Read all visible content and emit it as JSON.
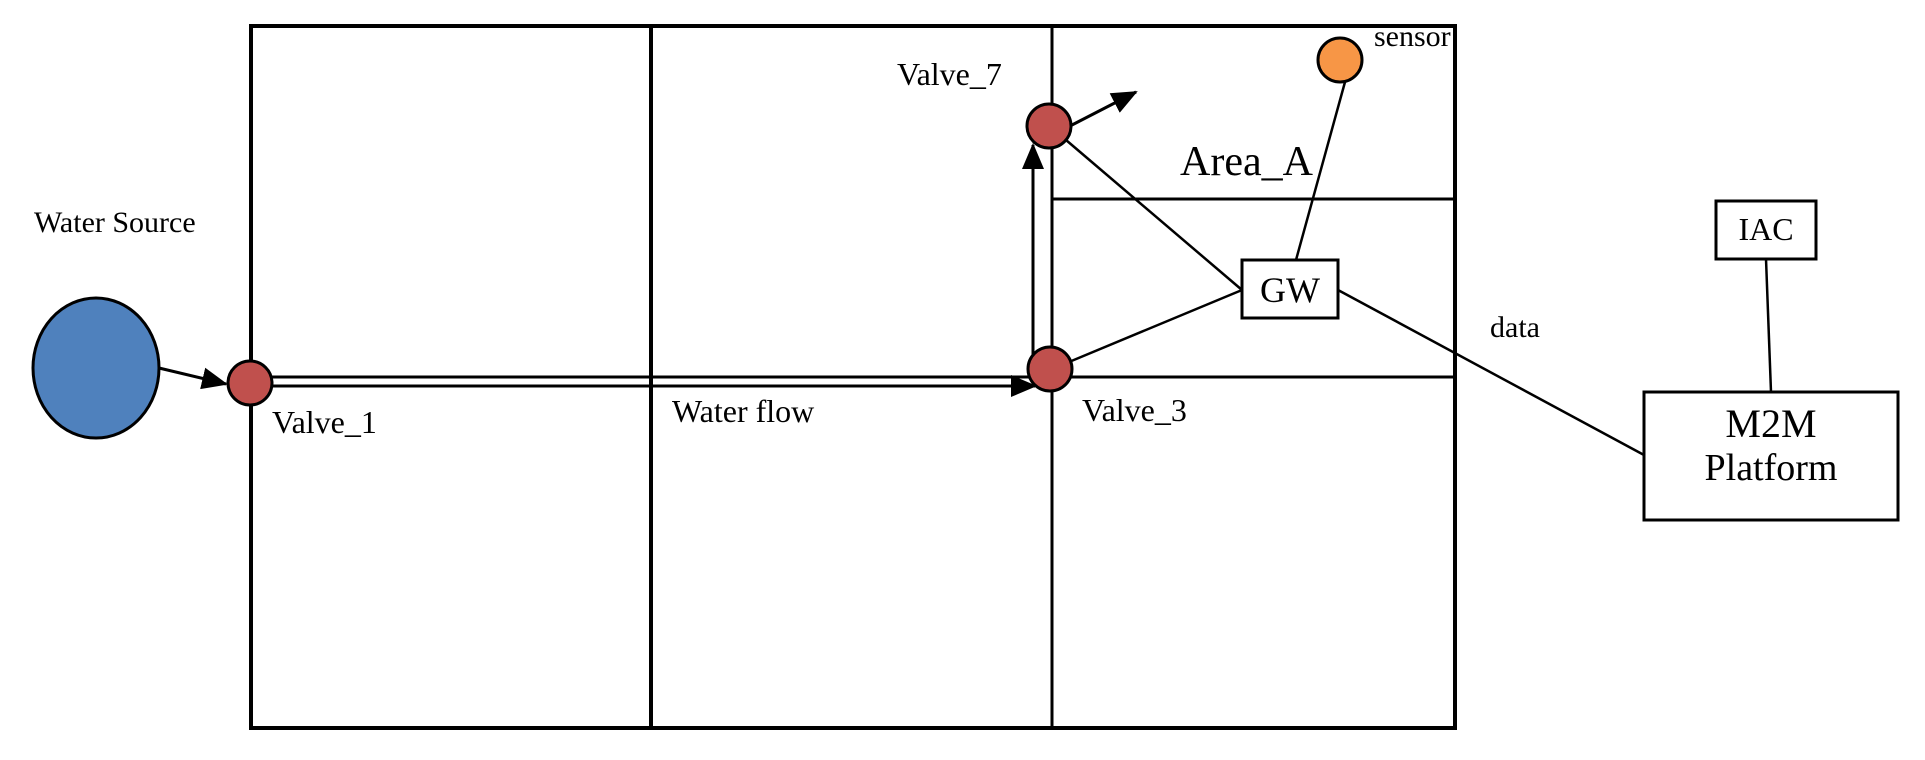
{
  "diagram": {
    "labels": {
      "water_source": "Water Source",
      "valve_1": "Valve_1",
      "valve_3": "Valve_3",
      "valve_7": "Valve_7",
      "water_flow": "Water flow",
      "area_a": "Area_A",
      "sensor": "sensor",
      "gateway": "GW",
      "data": "data",
      "iac": "IAC",
      "m2m_line1": "M2M",
      "m2m_line2": "Platform"
    },
    "colors": {
      "water_source": "#4F81BD",
      "valve": "#C0504D",
      "sensor": "#F79646",
      "line": "#000000",
      "background": "#FFFFFF"
    },
    "nodes": [
      {
        "id": "water_source",
        "type": "ellipse"
      },
      {
        "id": "valve_1",
        "type": "valve"
      },
      {
        "id": "valve_3",
        "type": "valve"
      },
      {
        "id": "valve_7",
        "type": "valve"
      },
      {
        "id": "sensor",
        "type": "sensor"
      },
      {
        "id": "gateway",
        "type": "box"
      },
      {
        "id": "iac",
        "type": "box"
      },
      {
        "id": "m2m_platform",
        "type": "box"
      }
    ],
    "edges": [
      {
        "from": "water_source",
        "to": "valve_1",
        "directed": true
      },
      {
        "from": "valve_1",
        "to": "valve_3",
        "directed": true,
        "label": "Water flow"
      },
      {
        "from": "valve_3",
        "to": "valve_7",
        "directed": true
      },
      {
        "from": "valve_7",
        "to": "outflow",
        "directed": true
      },
      {
        "from": "valve_7",
        "to": "gateway",
        "directed": false
      },
      {
        "from": "valve_3",
        "to": "gateway",
        "directed": false
      },
      {
        "from": "sensor",
        "to": "gateway",
        "directed": false
      },
      {
        "from": "gateway",
        "to": "m2m_platform",
        "directed": false,
        "label": "data"
      },
      {
        "from": "iac",
        "to": "m2m_platform",
        "directed": false
      }
    ]
  }
}
